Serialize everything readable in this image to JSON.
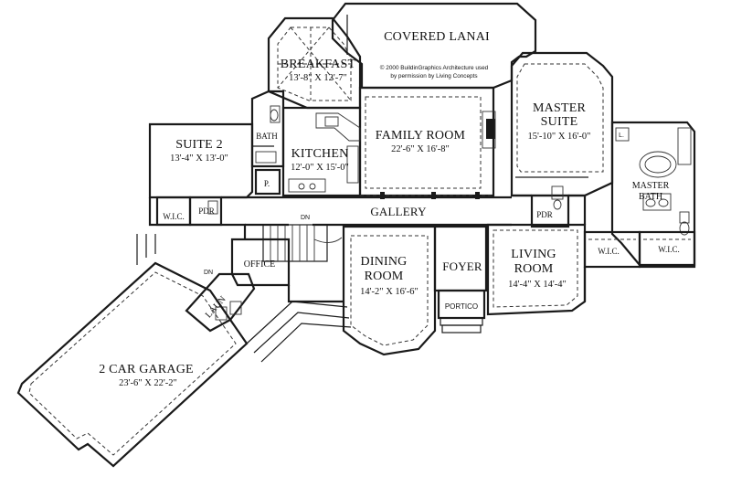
{
  "copyright": {
    "line1": "© 2000 BuildinGraphics Architecture used",
    "line2": "by permission by Living Concepts"
  },
  "rooms": {
    "lanai": {
      "name": "COVERED LANAI"
    },
    "breakfast": {
      "name": "BREAKFAST",
      "dims": "13'-8\" X 12'-7\""
    },
    "family": {
      "name": "FAMILY ROOM",
      "dims": "22'-6\" X 16'-8\""
    },
    "master_suite": {
      "name_line1": "MASTER",
      "name_line2": "SUITE",
      "dims": "15'-10\" X 16'-0\""
    },
    "suite2": {
      "name": "SUITE 2",
      "dims": "13'-4\" X 13'-0\""
    },
    "kitchen": {
      "name": "KITCHEN",
      "dims": "12'-0\" X 15'-0\""
    },
    "master_bath": {
      "name_line1": "MASTER",
      "name_line2": "BATH"
    },
    "gallery": {
      "name": "GALLERY"
    },
    "dining": {
      "name_line1": "DINING",
      "name_line2": "ROOM",
      "dims": "14'-2\" X 16'-6\""
    },
    "living": {
      "name_line1": "LIVING",
      "name_line2": "ROOM",
      "dims": "14'-4\" X 14'-4\""
    },
    "foyer": {
      "name": "FOYER"
    },
    "portico": {
      "name": "PORTICO"
    },
    "office": {
      "name": "OFFICE"
    },
    "laun": {
      "name": "LAUN"
    },
    "garage": {
      "name": "2 CAR GARAGE",
      "dims": "23'-6\" X 22'-2\""
    }
  },
  "labels": {
    "bath": "BATH",
    "pantry": "P.",
    "wic_suite2": "W.I.C.",
    "pdr_left": "PDR",
    "pdr_right": "PDR",
    "wic_master_1": "W.I.C.",
    "wic_master_2": "W.I.C.",
    "dn_stair": "DN",
    "dn_garage": "DN",
    "linen": "L."
  }
}
